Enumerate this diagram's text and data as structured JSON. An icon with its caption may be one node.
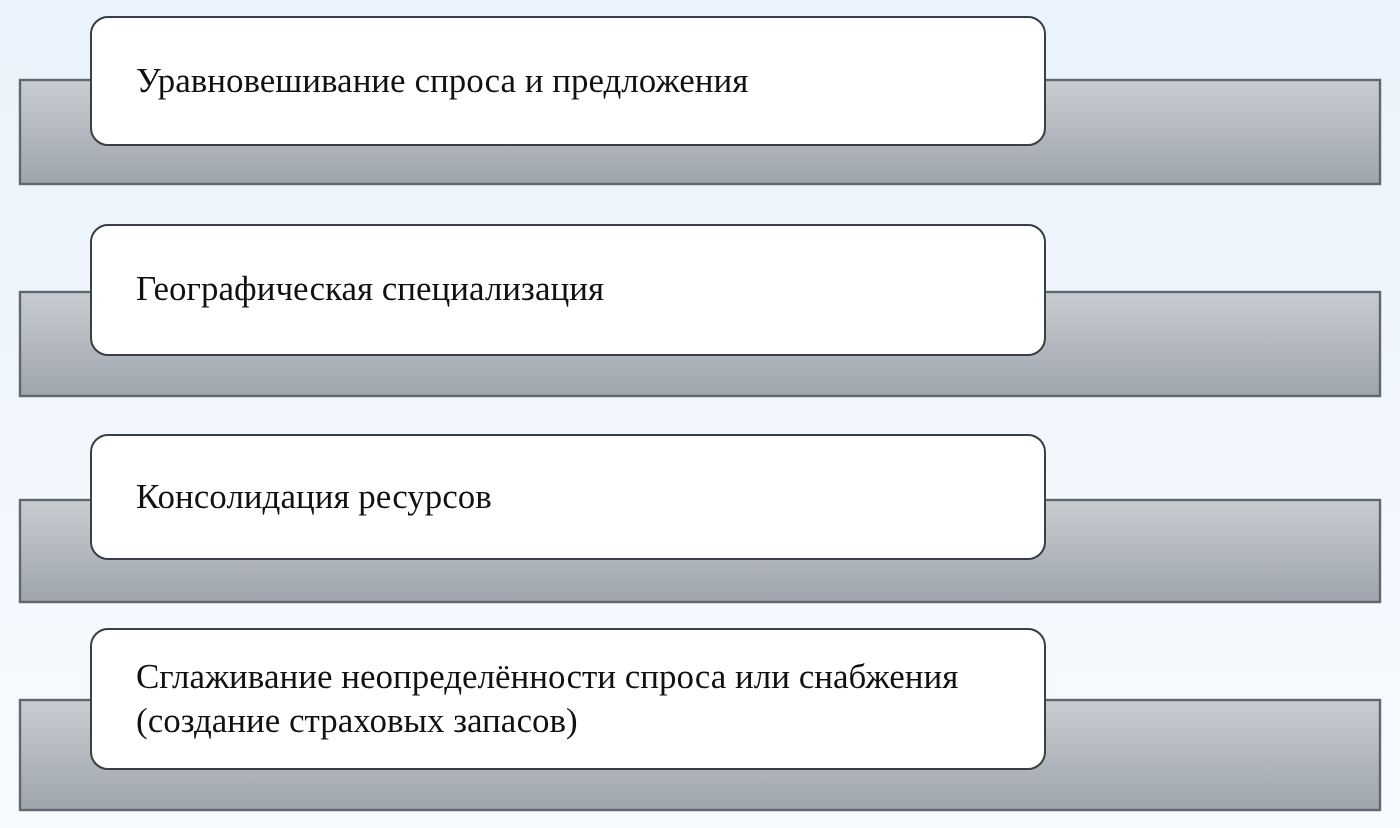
{
  "diagram": {
    "nodes": [
      {
        "text": [
          "Уравновешивание спроса и предложения"
        ]
      },
      {
        "text": [
          "Географическая специализация"
        ]
      },
      {
        "text": [
          "Консолидация ресурсов"
        ]
      },
      {
        "text": [
          "Сглаживание неопределённости спроса или снабжения (создание страховых запасов)"
        ]
      }
    ]
  }
}
